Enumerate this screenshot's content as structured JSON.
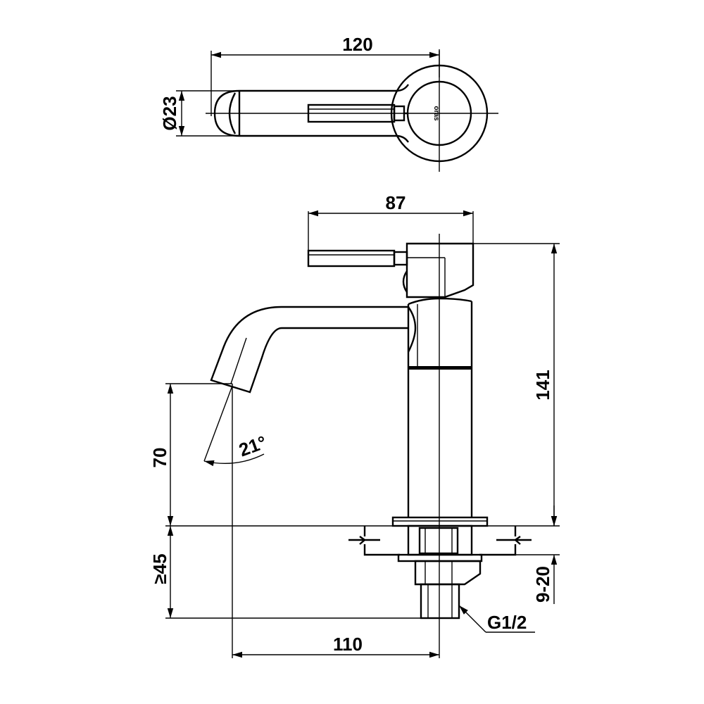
{
  "dimensions": {
    "top_width": "120",
    "diameter": "Ø23",
    "handle_width": "87",
    "height_total": "141",
    "spout_height": "70",
    "angle": "21°",
    "min_depth": "≥45",
    "deck_thickness": "9-20",
    "reach": "110",
    "thread": "G1/2"
  },
  "brand_mark": "oras"
}
